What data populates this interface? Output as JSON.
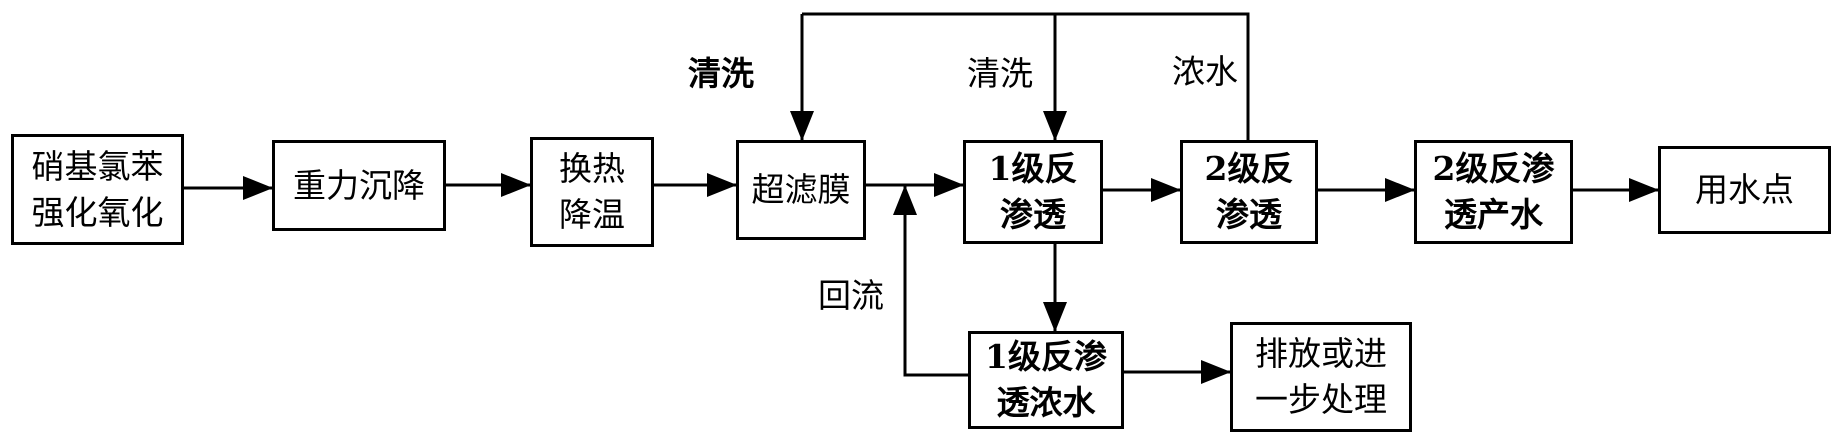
{
  "boxes": {
    "oxidation": "硝基氯苯\n强化氧化",
    "settling": "重力沉降",
    "cooling": "换热\n降温",
    "uf": "超滤膜",
    "ro1": "1级反\n渗透",
    "ro2": "2级反\n渗透",
    "ro2_product": "2级反渗\n透产水",
    "use_point": "用水点",
    "ro1_concentrate": "1级反渗\n透浓水",
    "discharge": "排放或进\n一步处理"
  },
  "labels": {
    "clean_left": "清洗",
    "clean_mid": "清洗",
    "concentrate": "浓水",
    "reflux": "回流"
  },
  "colors": {
    "line": "#000000",
    "background": "#ffffff"
  }
}
